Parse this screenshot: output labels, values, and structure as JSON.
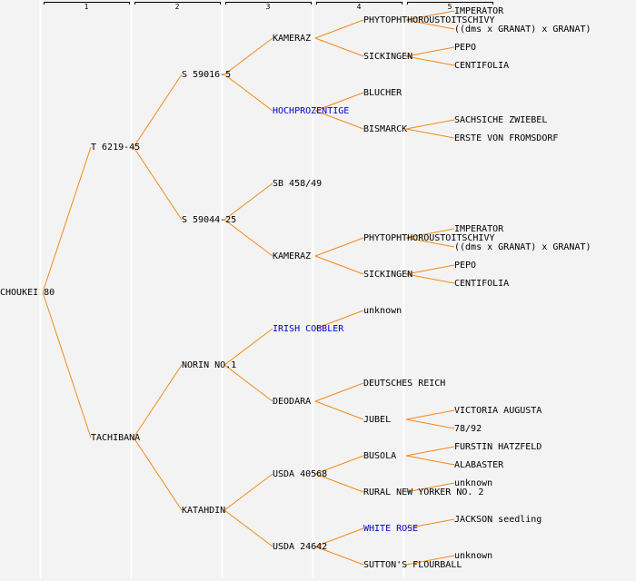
{
  "title": "Pedigree tree of CHOUKEI 80",
  "colors": {
    "edge": "#f28a1a",
    "label": "#000000",
    "linked_label": "#0000cc",
    "background": "#f3f3f3"
  },
  "generation_headers": [
    "1",
    "2",
    "3",
    "4",
    "5"
  ],
  "pedigree": {
    "name": "CHOUKEI 80",
    "children": [
      {
        "name": "T 6219-45",
        "children": [
          {
            "name": "S 59016-5",
            "children": [
              {
                "name": "KAMERAZ",
                "children": [
                  {
                    "name": "PHYTOPHTHOROUSTOITSCHIVY",
                    "children": [
                      {
                        "name": "IMPERATOR"
                      },
                      {
                        "name": "((dms x GRANAT) x GRANAT)"
                      }
                    ]
                  },
                  {
                    "name": "SICKINGEN",
                    "children": [
                      {
                        "name": "PEPO"
                      },
                      {
                        "name": "CENTIFOLIA"
                      }
                    ]
                  }
                ]
              },
              {
                "name": "HOCHPROZENTIGE",
                "linked": true,
                "children": [
                  {
                    "name": "BLUCHER"
                  },
                  {
                    "name": "BISMARCK",
                    "children": [
                      {
                        "name": "SACHSICHE ZWIEBEL"
                      },
                      {
                        "name": "ERSTE VON FROMSDORF"
                      }
                    ]
                  }
                ]
              }
            ]
          },
          {
            "name": "S 59044-25",
            "children": [
              {
                "name": "SB 458/49"
              },
              {
                "name": "KAMERAZ",
                "children": [
                  {
                    "name": "PHYTOPHTHOROUSTOITSCHIVY",
                    "children": [
                      {
                        "name": "IMPERATOR"
                      },
                      {
                        "name": "((dms x GRANAT) x GRANAT)"
                      }
                    ]
                  },
                  {
                    "name": "SICKINGEN",
                    "children": [
                      {
                        "name": "PEPO"
                      },
                      {
                        "name": "CENTIFOLIA"
                      }
                    ]
                  }
                ]
              }
            ]
          }
        ]
      },
      {
        "name": "TACHIBANA",
        "children": [
          {
            "name": "NORIN NO.1",
            "children": [
              {
                "name": "IRISH COBBLER",
                "linked": true,
                "children": [
                  {
                    "name": "unknown"
                  }
                ]
              },
              {
                "name": "DEODARA",
                "children": [
                  {
                    "name": "DEUTSCHES REICH"
                  },
                  {
                    "name": "JUBEL",
                    "children": [
                      {
                        "name": "VICTORIA AUGUSTA"
                      },
                      {
                        "name": "78/92"
                      }
                    ]
                  }
                ]
              }
            ]
          },
          {
            "name": "KATAHDIN",
            "children": [
              {
                "name": "USDA 40568",
                "children": [
                  {
                    "name": "BUSOLA",
                    "children": [
                      {
                        "name": "FURSTIN HATZFELD"
                      },
                      {
                        "name": "ALABASTER"
                      }
                    ]
                  },
                  {
                    "name": "RURAL NEW YORKER NO. 2",
                    "children": [
                      {
                        "name": "unknown"
                      }
                    ]
                  }
                ]
              },
              {
                "name": "USDA 24642",
                "children": [
                  {
                    "name": "WHITE ROSE",
                    "linked": true,
                    "children": [
                      {
                        "name": "JACKSON seedling"
                      }
                    ]
                  },
                  {
                    "name": "SUTTON'S FLOURBALL",
                    "children": [
                      {
                        "name": "unknown"
                      }
                    ]
                  }
                ]
              }
            ]
          }
        ]
      }
    ]
  }
}
